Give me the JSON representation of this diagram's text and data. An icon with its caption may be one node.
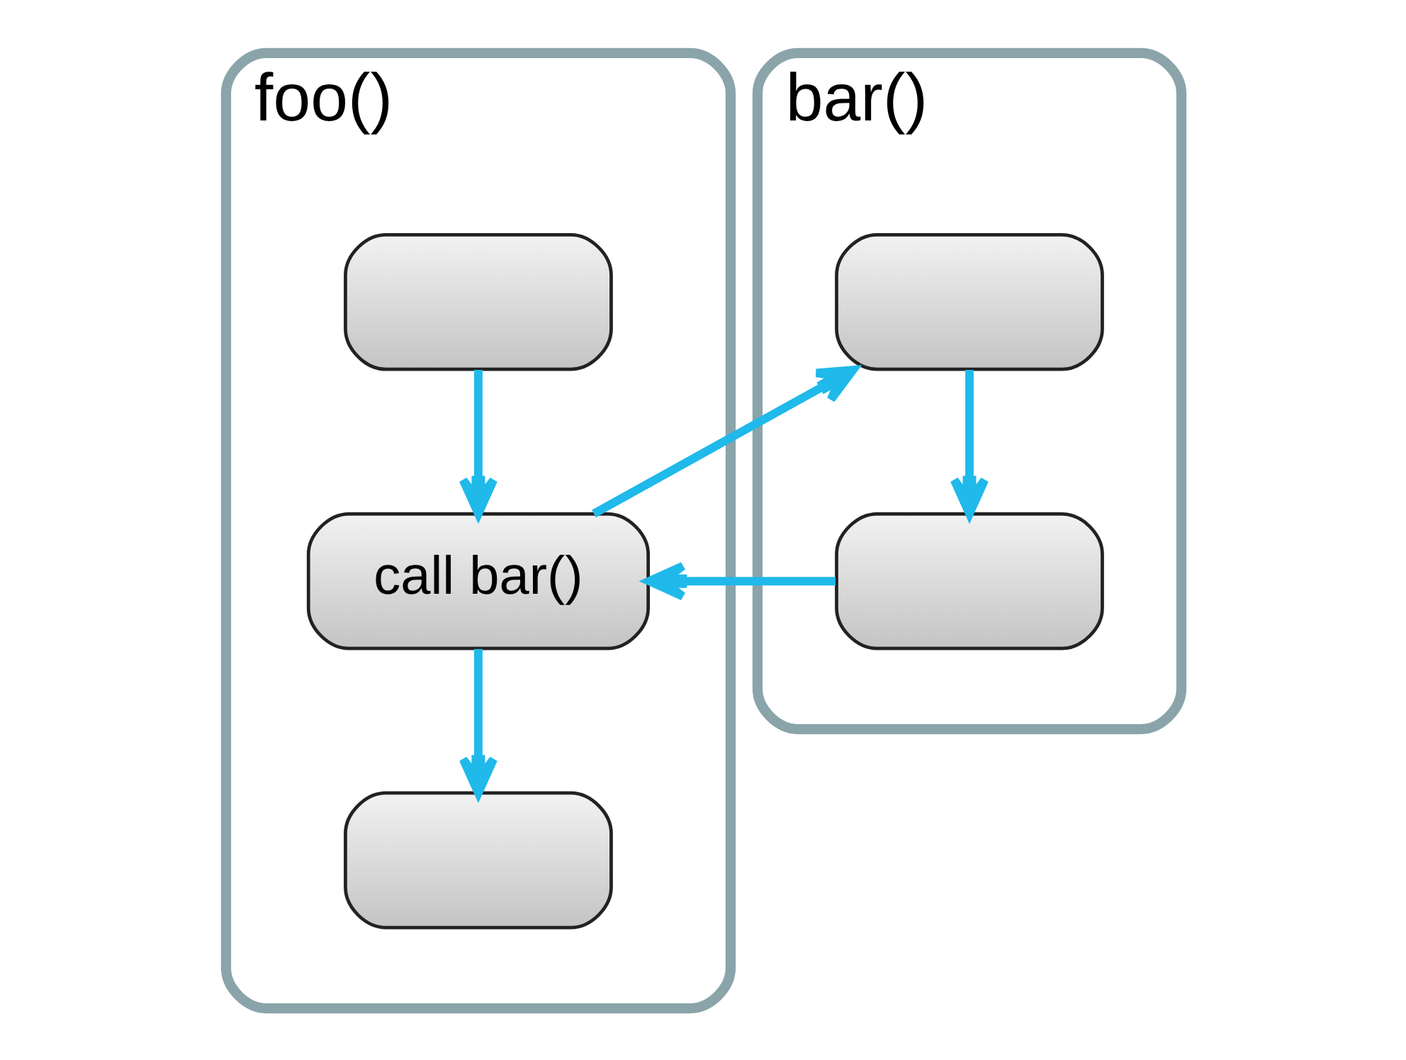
{
  "diagram": {
    "nodes": [
      {
        "text": [
          "foo()"
        ]
      },
      {
        "text": [],
        "shape": "box",
        "in": 0
      },
      {
        "text": [
          "call bar()"
        ],
        "in": 0
      },
      {
        "text": [],
        "shape": "box",
        "in": 0
      },
      {
        "text": [
          "bar()"
        ]
      },
      {
        "text": [],
        "shape": "box",
        "in": 4
      },
      {
        "text": [],
        "shape": "box",
        "in": 4
      }
    ],
    "edges": [
      {
        "from": 1,
        "to": 2,
        "arrow": "to"
      },
      {
        "from": 2,
        "to": 3,
        "arrow": "to"
      },
      {
        "from": 2,
        "to": 5,
        "arrow": "to"
      },
      {
        "from": 5,
        "to": 6,
        "arrow": "to"
      },
      {
        "from": 6,
        "to": 2,
        "arrow": "to"
      }
    ]
  }
}
